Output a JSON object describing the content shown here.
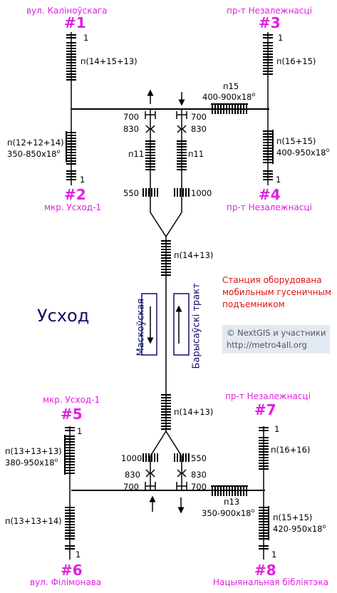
{
  "station": {
    "name": "Усход"
  },
  "notice": {
    "line1": "Станция оборудована",
    "line2": "мобильным гусеничным",
    "line3": "подъемником"
  },
  "credit": {
    "line1": "© NextGIS и участники",
    "line2": "http://metro4all.org"
  },
  "lines": {
    "left": "Маскоўская",
    "right": "Барысаўскі тракт"
  },
  "exits": {
    "e1": {
      "number": "#1",
      "street": "вул. Каліноўскага",
      "steps_top": "1",
      "stairs": "п(14+15+13)"
    },
    "e2": {
      "number": "#2",
      "street": "мкр. Усход-1",
      "stairs": "п(12+12+14)",
      "size": "350-850x18",
      "steps_bottom": "1"
    },
    "e3": {
      "number": "#3",
      "street": "пр-т Незалежнасці",
      "steps_top": "1",
      "stairs": "п(16+15)",
      "ramp": "п15",
      "ramp_size": "400-900x18"
    },
    "e4": {
      "number": "#4",
      "street": "пр-т Незалежнасці",
      "stairs": "п(15+15)",
      "size": "400-950x18",
      "steps_bottom": "1"
    },
    "e5": {
      "number": "#5",
      "street": "мкр. Усход-1",
      "steps_top": "1",
      "stairs": "п(13+13+13)",
      "size": "380-950x18"
    },
    "e6": {
      "number": "#6",
      "street": "вул. Філімонава",
      "stairs": "п(13+13+14)",
      "steps_bottom": "1"
    },
    "e7": {
      "number": "#7",
      "street": "пр-т Незалежнасці",
      "steps_top": "1",
      "stairs": "п(16+16)"
    },
    "e8": {
      "number": "#8",
      "street": "Нацыянальная бібліятэка",
      "stairs": "п(15+15)",
      "size": "420-950x18",
      "steps_bottom": "1",
      "ramp": "п13",
      "ramp_size": "350-900x18"
    }
  },
  "top_hall": {
    "gate_left": "700",
    "turn_left": "830",
    "stairs_left": "п11",
    "width_left": "550",
    "gate_right": "700",
    "turn_right": "830",
    "stairs_right": "п11",
    "width_right": "1000",
    "main_stairs": "п(14+13)"
  },
  "bottom_hall": {
    "main_stairs": "п(14+13)",
    "width_left": "1000",
    "turn_left": "830",
    "gate_left": "700",
    "width_right": "550",
    "turn_right": "830",
    "gate_right": "700"
  },
  "degree_mark": "o"
}
